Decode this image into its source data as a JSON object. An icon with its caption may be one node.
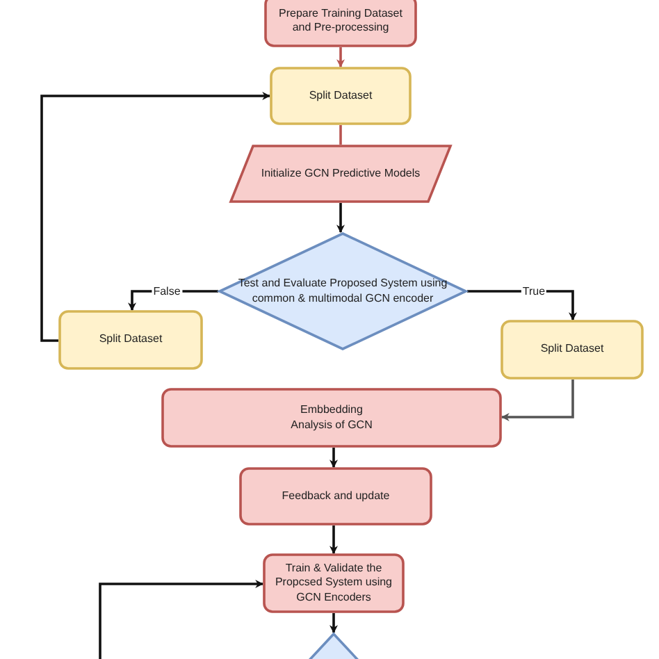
{
  "diagram": {
    "nodes": [
      {
        "text": [
          "Prepare Training Dataset and Pre-processing"
        ]
      },
      {
        "text": [
          "Split Dataset"
        ]
      },
      {
        "text": [
          "Initialize GCN Predictive Models"
        ]
      },
      {
        "text": [
          "Test and Evaluate Proposed System using common & multimodal GCN encoder"
        ]
      },
      {
        "text": [
          "Split Dataset"
        ]
      },
      {
        "text": [
          "Split Dataset"
        ]
      },
      {
        "text": [
          "Embbedding Analysis of GCN"
        ]
      },
      {
        "text": [
          "Feedback and update"
        ]
      },
      {
        "text": [
          "Train & Validate the Propcsed System using GCN Encoders"
        ]
      },
      {
        "text": [],
        "shape": "diamond"
      }
    ],
    "edges": [
      {
        "from": 0,
        "to": 1,
        "arrow": "to",
        "color": "#b85450"
      },
      {
        "from": 1,
        "to": 2,
        "arrow": "none",
        "color": "#b85450"
      },
      {
        "from": 2,
        "to": 3,
        "arrow": "to"
      },
      {
        "from": 3,
        "to": 4,
        "arrow": "to",
        "label": "False"
      },
      {
        "from": 3,
        "to": 5,
        "arrow": "to",
        "label": "True"
      },
      {
        "from": 4,
        "to": 1,
        "arrow": "to"
      },
      {
        "from": 5,
        "to": 6,
        "arrow": "to",
        "color": "#555555"
      },
      {
        "from": 6,
        "to": 7,
        "arrow": "to"
      },
      {
        "from": 7,
        "to": 8,
        "arrow": "to"
      },
      {
        "from": 8,
        "to": 9,
        "arrow": "to"
      },
      {
        "from": null,
        "to": 8,
        "arrow": "to"
      }
    ]
  }
}
